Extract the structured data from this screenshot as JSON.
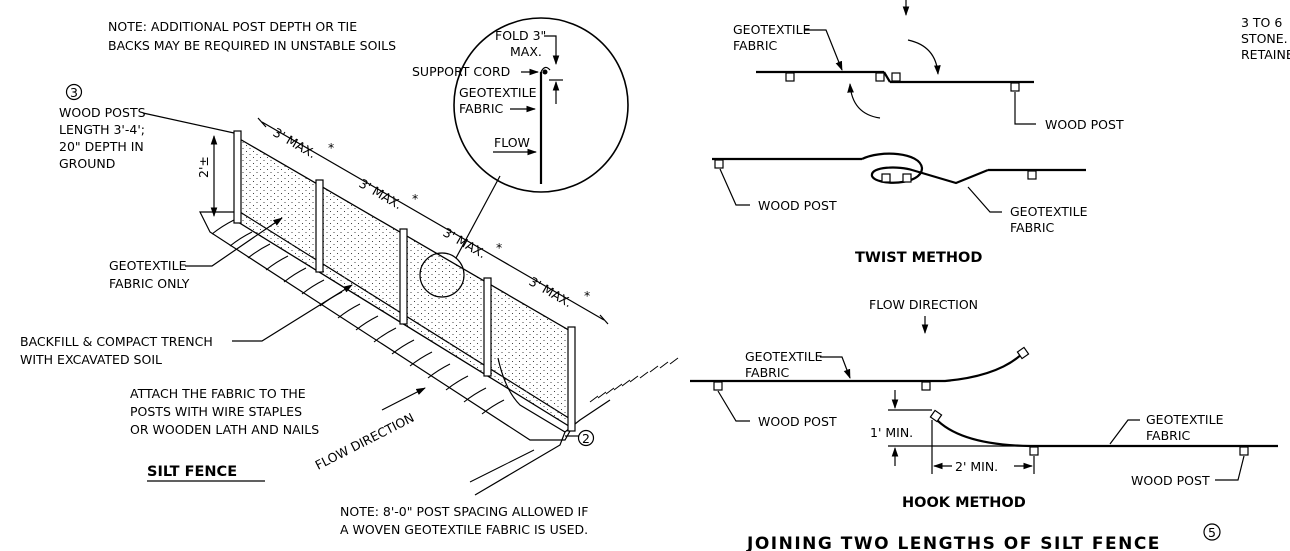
{
  "notes": {
    "top_line1": "NOTE:  ADDITIONAL POST DEPTH OR TIE",
    "top_line2": "BACKS MAY BE REQUIRED IN UNSTABLE SOILS",
    "bottom_line1": "NOTE: 8'-0\" POST SPACING ALLOWED IF",
    "bottom_line2": "A WOVEN GEOTEXTILE FABRIC IS USED."
  },
  "silt_fence": {
    "title": "SILT FENCE",
    "post_callout": "3",
    "posts_line1": "WOOD POSTS",
    "posts_line2": "LENGTH 3'-4';",
    "posts_line3": "20\" DEPTH IN",
    "posts_line4": "GROUND",
    "height_dim": "2'±",
    "spacing": [
      "3' MAX.",
      "3' MAX.",
      "3' MAX.",
      "3' MAX."
    ],
    "star": "*",
    "fabric_line1": "GEOTEXTILE",
    "fabric_line2": "FABRIC ONLY",
    "backfill_line1": "BACKFILL & COMPACT TRENCH",
    "backfill_line2": "WITH EXCAVATED SOIL",
    "attach_line1": "ATTACH THE FABRIC TO THE",
    "attach_line2": "POSTS WITH WIRE STAPLES",
    "attach_line3": "OR WOODEN LATH AND NAILS",
    "flow_direction": "FLOW DIRECTION",
    "trench_callout": "2"
  },
  "detail": {
    "fold_line1": "FOLD  3\"",
    "fold_line2": "MAX.",
    "support_cord": "SUPPORT CORD",
    "fabric_line1": "GEOTEXTILE",
    "fabric_line2": "FABRIC",
    "flow": "FLOW"
  },
  "twist": {
    "title": "TWIST METHOD",
    "fabric_tl_line1": "GEOTEXTILE",
    "fabric_tl_line2": "FABRIC",
    "post_r": "WOOD POST",
    "post_l": "WOOD POST",
    "fabric_br_line1": "GEOTEXTILE",
    "fabric_br_line2": "FABRIC"
  },
  "hook": {
    "title": "HOOK METHOD",
    "flow_direction": "FLOW DIRECTION",
    "fabric_l_line1": "GEOTEXTILE",
    "fabric_l_line2": "FABRIC",
    "post_l": "WOOD POST",
    "min_1": "1' MIN.",
    "min_2": "2' MIN.",
    "fabric_r_line1": "GEOTEXTILE",
    "fabric_r_line2": "FABRIC",
    "post_r": "WOOD POST"
  },
  "joining_title": "JOINING TWO LENGTHS OF SILT FENCE",
  "joining_callout": "5",
  "cut_off_text": {
    "line1": "3 TO 6",
    "line2": "STONE.",
    "line3": "RETAINE"
  }
}
